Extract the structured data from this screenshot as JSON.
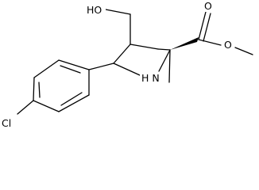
{
  "molecule": {
    "atoms": {
      "hydroxyl": "HO",
      "ring_nitrogen": "H N",
      "carbonyl_oxygen": "O",
      "ester_oxygen": "O",
      "chlorine": "Cl"
    }
  }
}
